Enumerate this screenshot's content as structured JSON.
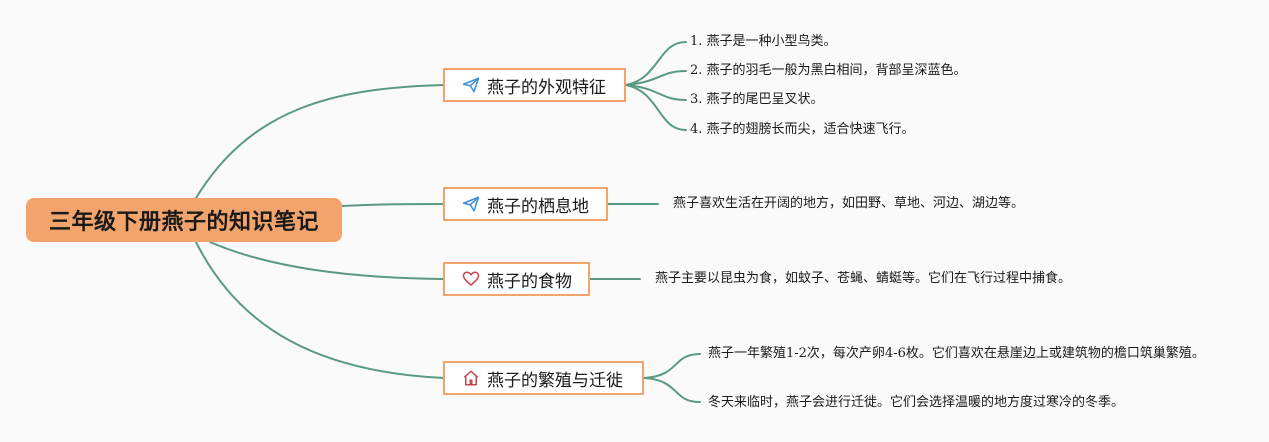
{
  "root": {
    "label": "三年级下册燕子的知识笔记"
  },
  "colors": {
    "root_fill": "#f2a46c",
    "topic_border": "#f2a46c",
    "connector": "#5a9a82"
  },
  "topics": [
    {
      "label": "燕子的外观特征",
      "icon": "paper-plane-icon",
      "details": [
        "1. 燕子是一种小型鸟类。",
        "2. 燕子的羽毛一般为黑白相间，背部呈深蓝色。",
        "3. 燕子的尾巴呈叉状。",
        "4. 燕子的翅膀长而尖，适合快速飞行。"
      ]
    },
    {
      "label": "燕子的栖息地",
      "icon": "paper-plane-icon",
      "details": [
        "燕子喜欢生活在开阔的地方，如田野、草地、河边、湖边等。"
      ]
    },
    {
      "label": "燕子的食物",
      "icon": "heart-icon",
      "details": [
        "燕子主要以昆虫为食，如蚊子、苍蝇、蜻蜓等。它们在飞行过程中捕食。"
      ]
    },
    {
      "label": "燕子的繁殖与迁徙",
      "icon": "home-icon",
      "details": [
        "燕子一年繁殖1-2次，每次产卵4-6枚。它们喜欢在悬崖边上或建筑物的檐口筑巢繁殖。",
        "冬天来临时，燕子会进行迁徙。它们会选择温暖的地方度过寒冷的冬季。"
      ]
    }
  ]
}
